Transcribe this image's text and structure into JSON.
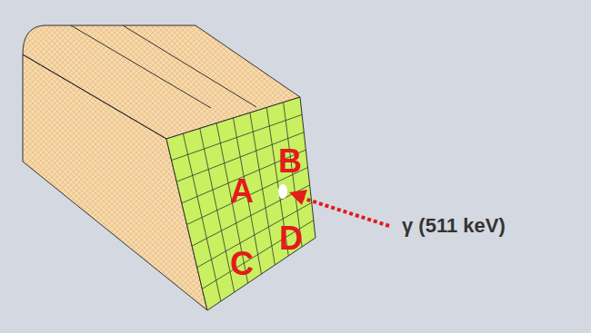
{
  "diagram": {
    "labels": [
      "B",
      "A",
      "D",
      "C",
      "γ (511 keV)"
    ]
  }
}
